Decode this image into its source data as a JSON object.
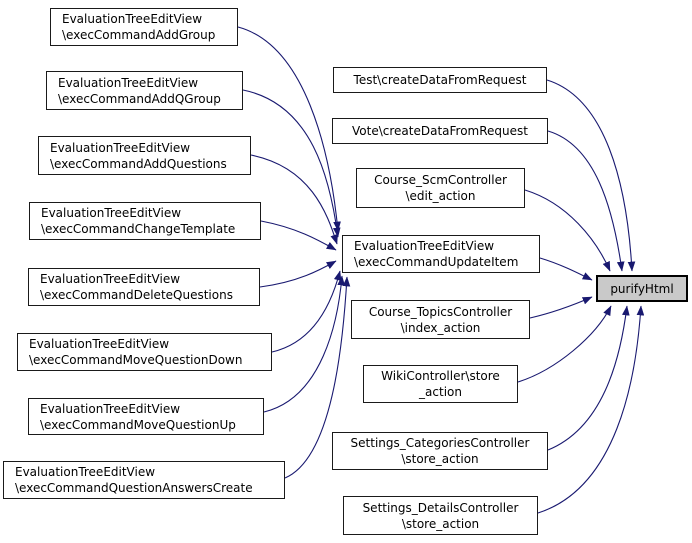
{
  "diagram": {
    "type": "call-graph",
    "background_color": "#ffffff",
    "edge_color": "#191970",
    "node_fill": "#ffffff",
    "node_border_color": "#1a1a1a",
    "highlight_node_fill": "#c9c9c9",
    "highlight_node_border": "#000000"
  },
  "nodes": [
    {
      "id": "execCommandAddGroup",
      "line1": "EvaluationTreeEditView",
      "line2": "\\execCommandAddGroup"
    },
    {
      "id": "execCommandAddQGroup",
      "line1": "EvaluationTreeEditView",
      "line2": "\\execCommandAddQGroup"
    },
    {
      "id": "execCommandAddQuestions",
      "line1": "EvaluationTreeEditView",
      "line2": "\\execCommandAddQuestions"
    },
    {
      "id": "execCommandChangeTemplate",
      "line1": "EvaluationTreeEditView",
      "line2": "\\execCommandChangeTemplate"
    },
    {
      "id": "execCommandDeleteQuestions",
      "line1": "EvaluationTreeEditView",
      "line2": "\\execCommandDeleteQuestions"
    },
    {
      "id": "execCommandMoveQuestionDown",
      "line1": "EvaluationTreeEditView",
      "line2": "\\execCommandMoveQuestionDown"
    },
    {
      "id": "execCommandMoveQuestionUp",
      "line1": "EvaluationTreeEditView",
      "line2": "\\execCommandMoveQuestionUp"
    },
    {
      "id": "execCommandQuestionAnswersCreate",
      "line1": "EvaluationTreeEditView",
      "line2": "\\execCommandQuestionAnswersCreate"
    },
    {
      "id": "testCreateDataFromRequest",
      "line1": "Test\\createDataFromRequest"
    },
    {
      "id": "voteCreateDataFromRequest",
      "line1": "Vote\\createDataFromRequest"
    },
    {
      "id": "courseScmEditAction",
      "line1": "Course_ScmController",
      "line2": "\\edit_action"
    },
    {
      "id": "execCommandUpdateItem",
      "line1": "EvaluationTreeEditView",
      "line2": "\\execCommandUpdateItem"
    },
    {
      "id": "courseTopicsIndexAction",
      "line1": "Course_TopicsController",
      "line2": "\\index_action"
    },
    {
      "id": "wikiStoreAction",
      "line1": "WikiController\\store",
      "line2": "_action"
    },
    {
      "id": "settingsCategoriesStoreAction",
      "line1": "Settings_CategoriesController",
      "line2": "\\store_action"
    },
    {
      "id": "settingsDetailsStoreAction",
      "line1": "Settings_DetailsController",
      "line2": "\\store_action"
    },
    {
      "id": "purifyHtml",
      "line1": "purifyHtml"
    }
  ],
  "edges": [
    {
      "from": "EvaluationTreeEditView\\execCommandAddGroup",
      "to": "EvaluationTreeEditView\\execCommandUpdateItem"
    },
    {
      "from": "EvaluationTreeEditView\\execCommandAddQGroup",
      "to": "EvaluationTreeEditView\\execCommandUpdateItem"
    },
    {
      "from": "EvaluationTreeEditView\\execCommandAddQuestions",
      "to": "EvaluationTreeEditView\\execCommandUpdateItem"
    },
    {
      "from": "EvaluationTreeEditView\\execCommandChangeTemplate",
      "to": "EvaluationTreeEditView\\execCommandUpdateItem"
    },
    {
      "from": "EvaluationTreeEditView\\execCommandDeleteQuestions",
      "to": "EvaluationTreeEditView\\execCommandUpdateItem"
    },
    {
      "from": "EvaluationTreeEditView\\execCommandMoveQuestionDown",
      "to": "EvaluationTreeEditView\\execCommandUpdateItem"
    },
    {
      "from": "EvaluationTreeEditView\\execCommandMoveQuestionUp",
      "to": "EvaluationTreeEditView\\execCommandUpdateItem"
    },
    {
      "from": "EvaluationTreeEditView\\execCommandQuestionAnswersCreate",
      "to": "EvaluationTreeEditView\\execCommandUpdateItem"
    },
    {
      "from": "Test\\createDataFromRequest",
      "to": "purifyHtml"
    },
    {
      "from": "Vote\\createDataFromRequest",
      "to": "purifyHtml"
    },
    {
      "from": "Course_ScmController\\edit_action",
      "to": "purifyHtml"
    },
    {
      "from": "EvaluationTreeEditView\\execCommandUpdateItem",
      "to": "purifyHtml"
    },
    {
      "from": "Course_TopicsController\\index_action",
      "to": "purifyHtml"
    },
    {
      "from": "WikiController\\store_action",
      "to": "purifyHtml"
    },
    {
      "from": "Settings_CategoriesController\\store_action",
      "to": "purifyHtml"
    },
    {
      "from": "Settings_DetailsController\\store_action",
      "to": "purifyHtml"
    }
  ]
}
